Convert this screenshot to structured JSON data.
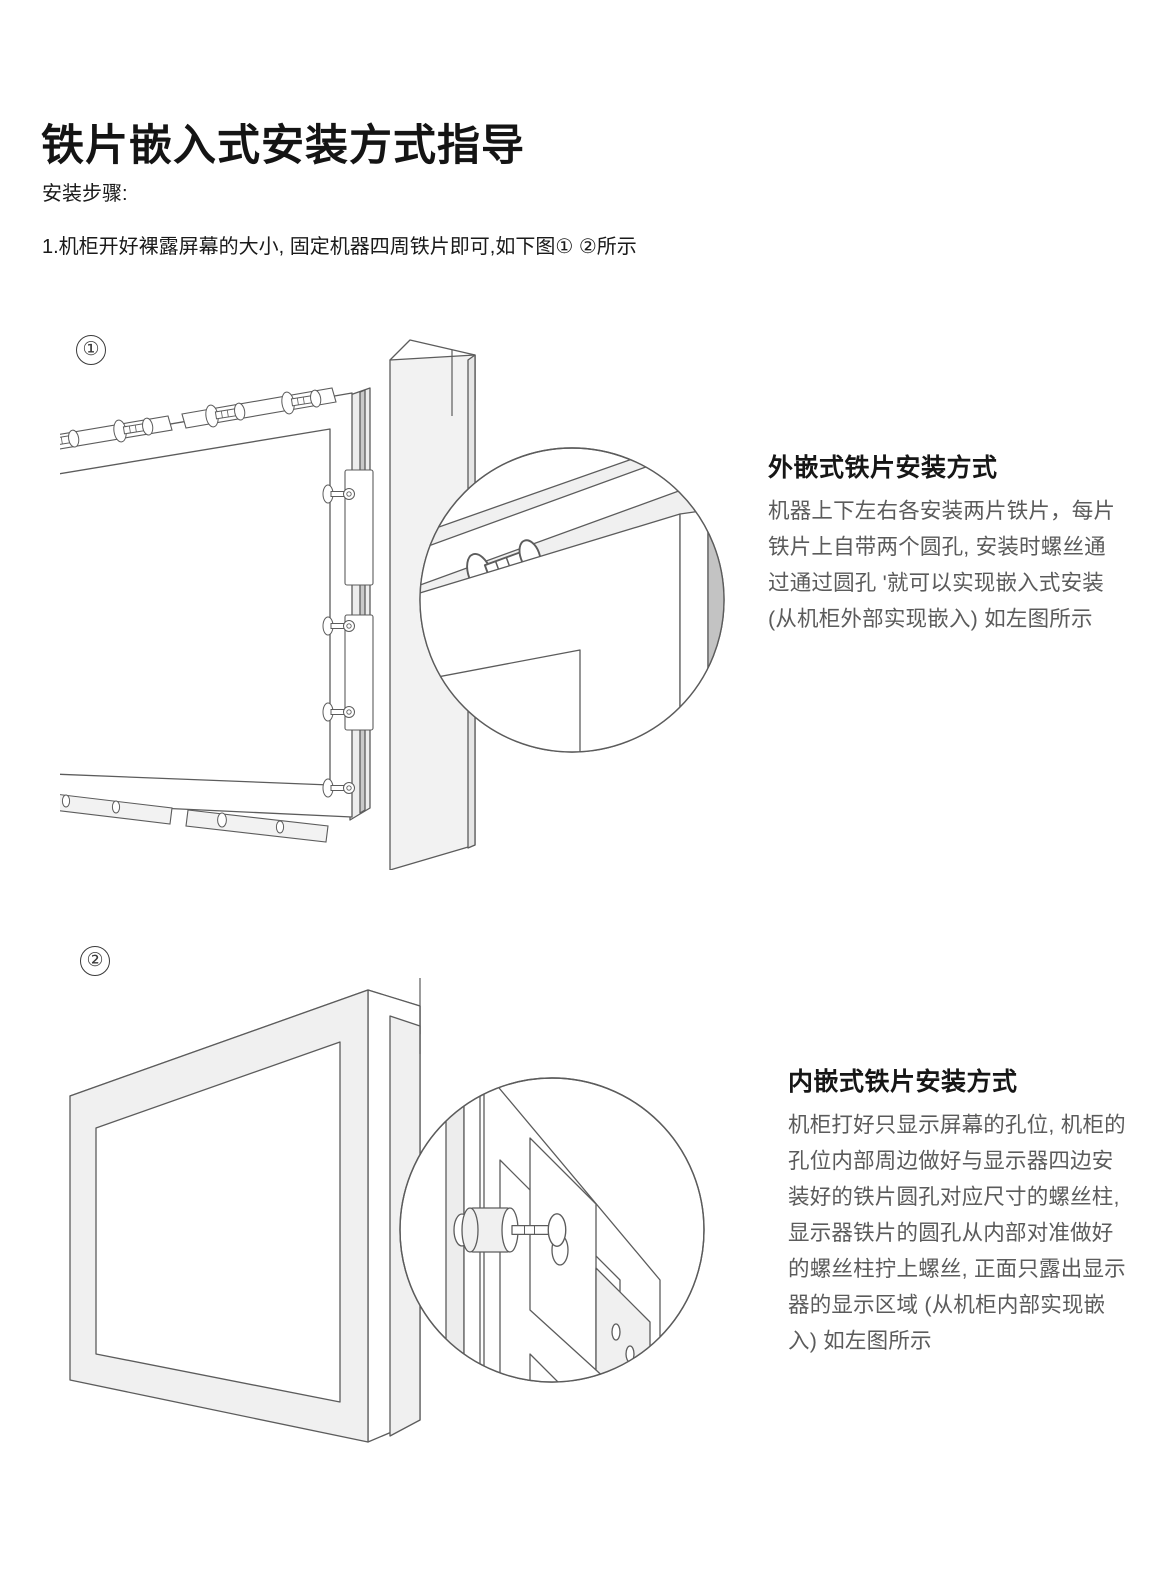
{
  "document": {
    "title": "铁片嵌入式安装方式指导",
    "steps_label": "安装步骤:",
    "step_1": "1.机柜开好裸露屏幕的大小, 固定机器四周铁片即可,如下图① ②所示"
  },
  "sections": [
    {
      "marker": "①",
      "marker_name": "circled-one",
      "heading": "外嵌式铁片安装方式",
      "body": "机器上下左右各安装两片铁片，每片铁片上自带两个圆孔, 安装时螺丝通过通过圆孔 '就可以实现嵌入式安装 (从机柜外部实现嵌入) 如左图所示",
      "figure_name": "external-mount-diagram",
      "figure_alt": "显示器四周铁片外嵌安装等轴测图及放大细节"
    },
    {
      "marker": "②",
      "marker_name": "circled-two",
      "heading": "内嵌式铁片安装方式",
      "body": "机柜打好只显示屏幕的孔位, 机柜的孔位内部周边做好与显示器四边安装好的铁片圆孔对应尺寸的螺丝柱, 显示器铁片的圆孔从内部对准做好的螺丝柱拧上螺丝, 正面只露出显示器的显示区域 (从机柜内部实现嵌入) 如左图所示",
      "figure_name": "internal-mount-diagram",
      "figure_alt": "机柜内嵌安装等轴测图及螺丝柱放大细节"
    }
  ],
  "colors": {
    "page_background": "#ffffff",
    "title_text": "#141414",
    "body_text": "#5b5b5b",
    "line_stroke": "#5c5c5c",
    "panel_fill": "#ffffff",
    "shade_light": "#f0f0f0",
    "shade_mid": "#e6e6e6",
    "shade_dark": "#c3c3c3"
  }
}
